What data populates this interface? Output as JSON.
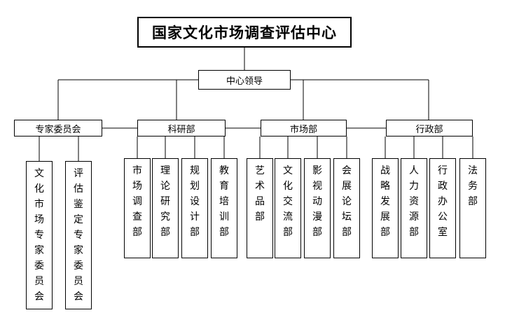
{
  "org": {
    "title": "国家文化市场调查评估中心",
    "leadership": "中心领导",
    "departments": [
      {
        "name": "专家委员会",
        "units": [
          "文化市场专家委员会",
          "评估鉴定专家委员会"
        ]
      },
      {
        "name": "科研部",
        "units": [
          "市场调查部",
          "理论研究部",
          "规划设计部",
          "教育培训部"
        ]
      },
      {
        "name": "市场部",
        "units": [
          "艺术品部",
          "文化交流部",
          "影视动漫部",
          "会展论坛部"
        ]
      },
      {
        "name": "行政部",
        "units": [
          "战略发展部",
          "人力资源部",
          "行政办公室",
          "法务部"
        ]
      }
    ]
  }
}
